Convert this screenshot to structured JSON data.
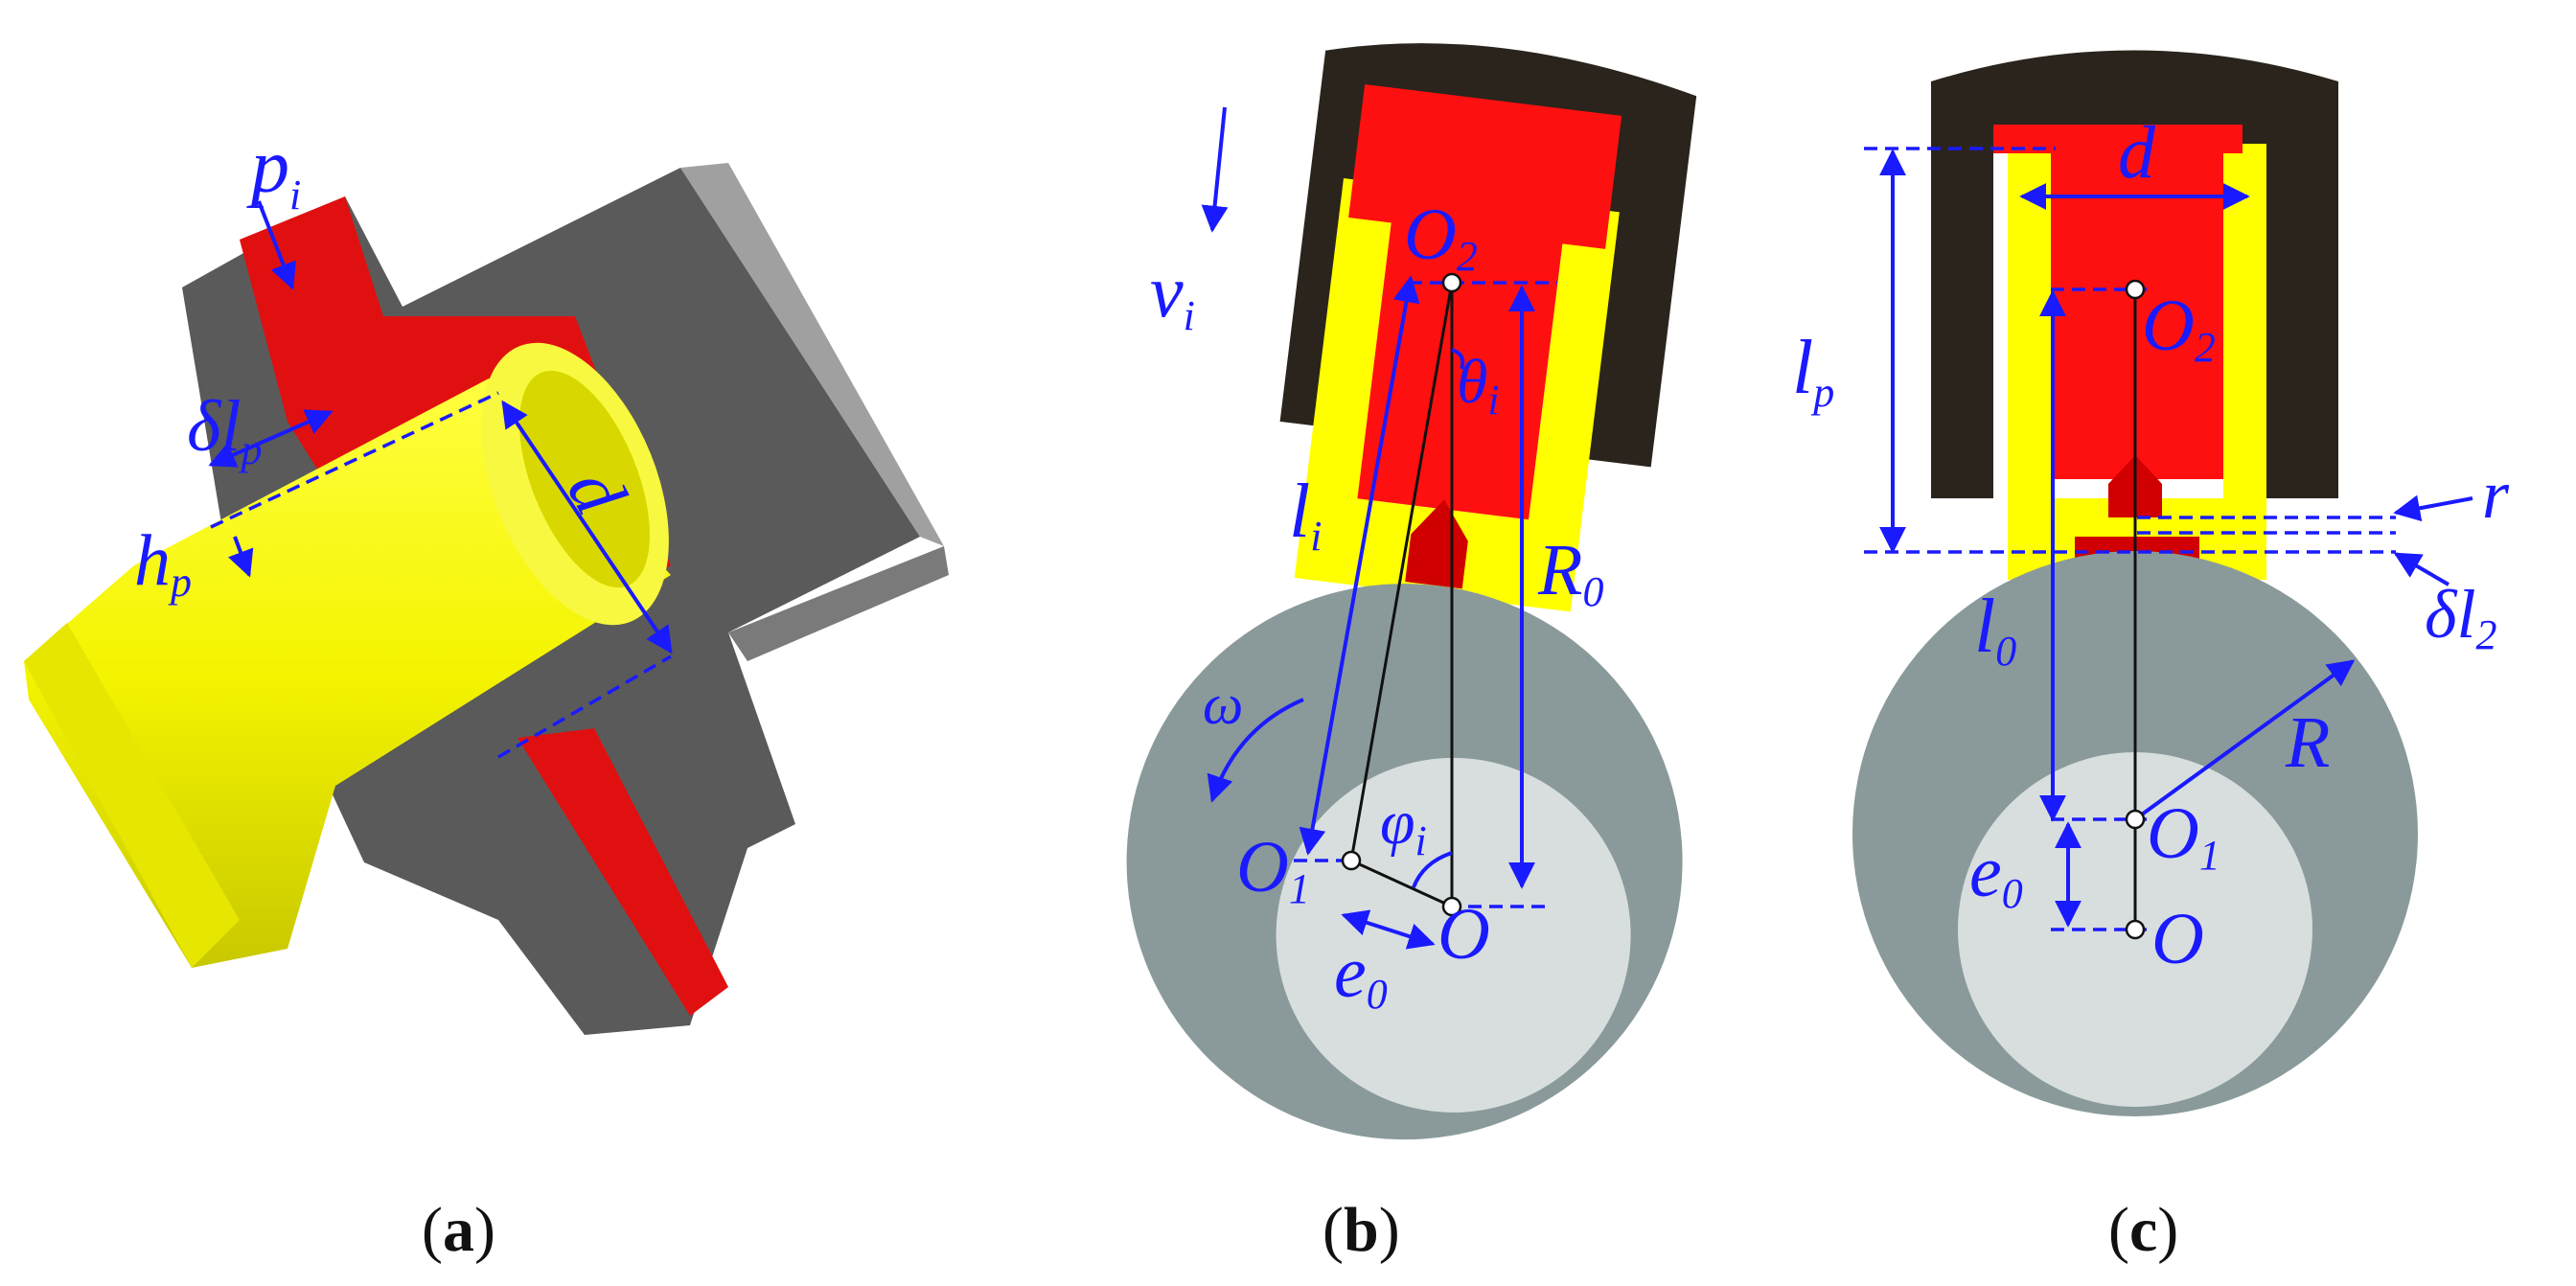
{
  "panels": {
    "a": {
      "caption": "(a)",
      "caption_letter": "a",
      "labels": {
        "p": "p",
        "p_sub": "i",
        "delta": "δ",
        "l": "l",
        "lp_sub": "p",
        "h": "h",
        "hp_sub": "p",
        "d": "d"
      }
    },
    "b": {
      "caption": "(b)",
      "caption_letter": "b",
      "labels": {
        "v": "v",
        "v_sub": "i",
        "O": "O",
        "O2_sub": "2",
        "theta": "θ",
        "theta_sub": "i",
        "l": "l",
        "li_sub": "i",
        "R": "R",
        "R0_sub": "0",
        "omega": "ω",
        "phi": "φ",
        "phi_sub": "i",
        "O1_sub": "1",
        "e": "e",
        "e0_sub": "0"
      }
    },
    "c": {
      "caption": "(c)",
      "caption_letter": "c",
      "labels": {
        "l": "l",
        "lp_sub": "p",
        "d": "d",
        "O": "O",
        "O2_sub": "2",
        "r": "r",
        "delta": "δ",
        "dl2_l": "l",
        "dl2_sub": "2",
        "l0_sub": "0",
        "R": "R",
        "O1_sub": "1",
        "e": "e",
        "e0_sub": "0"
      }
    }
  },
  "colors": {
    "housing": "#2a241c",
    "piston": "#ff1010",
    "sleeve": "#ffff00",
    "eccentric": "#8a9a9a",
    "shaft": "#d8dede",
    "steel_gray": "#5a5a5a",
    "annotation": "#1a1aff"
  }
}
